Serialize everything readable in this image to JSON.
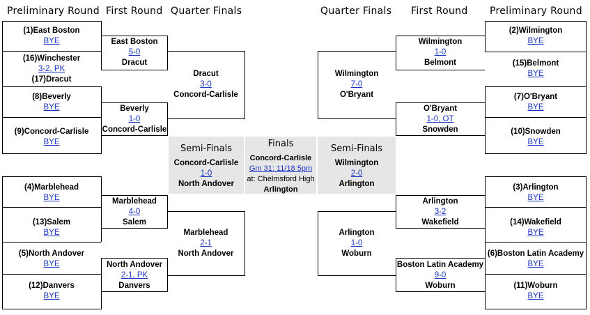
{
  "headers": {
    "left_prelim": "Preliminary Round",
    "left_first": "First Round",
    "left_qf": "Quarter Finals",
    "right_qf": "Quarter Finals",
    "right_first": "First Round",
    "right_prelim": "Preliminary Round"
  },
  "left_prelim": [
    {
      "team": "(1)East Boston",
      "score": "BYE"
    },
    {
      "team": "(16)Winchester",
      "score": "3-2, PK",
      "team2": "(17)Dracut"
    },
    {
      "team": "(8)Beverly",
      "score": "BYE"
    },
    {
      "team": "(9)Concord-Carlisle",
      "score": "BYE"
    },
    {
      "team": "(4)Marblehead",
      "score": "BYE"
    },
    {
      "team": "(13)Salem",
      "score": "BYE"
    },
    {
      "team": "(5)North Andover",
      "score": "BYE"
    },
    {
      "team": "(12)Danvers",
      "score": "BYE"
    }
  ],
  "left_first": [
    {
      "team1": "East Boston",
      "score": "5-0",
      "team2": "Dracut"
    },
    {
      "team1": "Beverly",
      "score": "1-0",
      "team2": "Concord-Carlisle"
    },
    {
      "team1": "Marblehead",
      "score": "4-0",
      "team2": "Salem"
    },
    {
      "team1": "North Andover",
      "score": "2-1, PK",
      "team2": "Danvers"
    }
  ],
  "left_qf": [
    {
      "team1": "Dracut",
      "score": "3-0",
      "team2": "Concord-Carlisle"
    },
    {
      "team1": "Marblehead",
      "score": "2-1",
      "team2": "North Andover"
    }
  ],
  "left_semi": {
    "title": "Semi-Finals",
    "team1": "Concord-Carlisle",
    "score": "1-0",
    "team2": "North Andover"
  },
  "finals": {
    "title": "Finals",
    "team1": "Concord-Carlisle",
    "game": "Gm 31: 11/18 5pm",
    "venue": "at: Chelmsford High",
    "team2": "Arlington"
  },
  "right_semi": {
    "title": "Semi-Finals",
    "team1": "Wilmington",
    "score": "2-0",
    "team2": "Arlington"
  },
  "right_qf": [
    {
      "team1": "Wilmington",
      "score": "7-0",
      "team2": "O'Bryant"
    },
    {
      "team1": "Arlington",
      "score": "1-0",
      "team2": "Woburn"
    }
  ],
  "right_first": [
    {
      "team1": "Wilmington",
      "score": "1-0",
      "team2": "Belmont"
    },
    {
      "team1": "O'Bryant",
      "score": "1-0, OT",
      "team2": "Snowden"
    },
    {
      "team1": "Arlington",
      "score": "3-2",
      "team2": "Wakefield"
    },
    {
      "team1": "Boston Latin Academy",
      "score": "9-0",
      "team2": "Woburn"
    }
  ],
  "right_prelim": [
    {
      "team": "(2)Wilmington",
      "score": "BYE"
    },
    {
      "team": "(15)Belmont",
      "score": "BYE"
    },
    {
      "team": "(7)O'Bryant",
      "score": "BYE"
    },
    {
      "team": "(10)Snowden",
      "score": "BYE"
    },
    {
      "team": "(3)Arlington",
      "score": "BYE"
    },
    {
      "team": "(14)Wakefield",
      "score": "BYE"
    },
    {
      "team": "(6)Boston Latin Academy",
      "score": "BYE"
    },
    {
      "team": "(11)Woburn",
      "score": "BYE"
    }
  ]
}
